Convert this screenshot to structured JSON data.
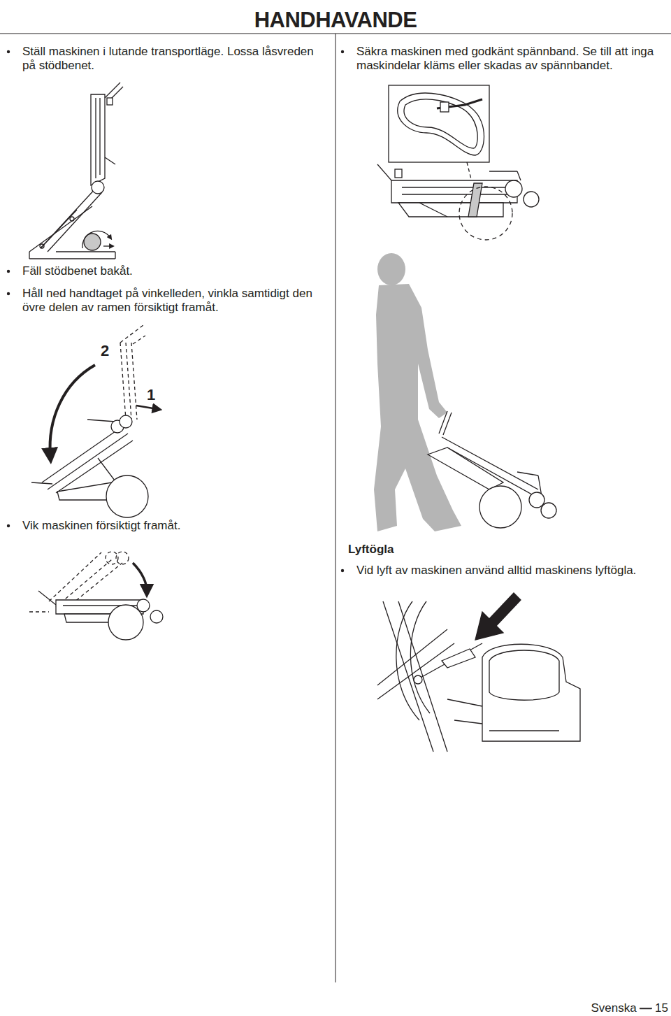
{
  "diagram": {
    "title": "HANDHAVANDE",
    "labels": [
      "Ställ maskinen i lutande transportläge. Lossa låsvreden på stödbenet.",
      "Säkra maskinen med godkänt spännband. Se till att inga maskindelar kläms eller skadas av spännbandet.",
      "Fäll stödbenet bakåt.",
      "Håll ned handtaget på vinkelleden, vinkla samtidigt den övre delen av ramen försiktigt framåt.",
      "2",
      "1",
      "Vik maskinen försiktigt framåt.",
      "Lyftögla",
      "Vid lyft av maskinen använd alltid maskinens lyftögla.",
      "Svenska — 15"
    ]
  }
}
